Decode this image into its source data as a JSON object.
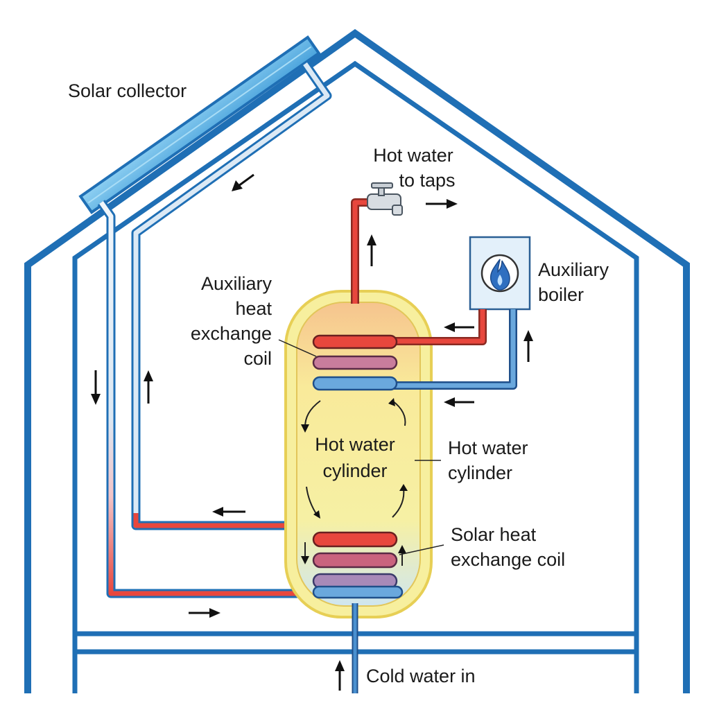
{
  "labels": {
    "solar_collector": "Solar collector",
    "hot_water_to_taps_line1": "Hot water",
    "hot_water_to_taps_line2": "to taps",
    "auxiliary_boiler_line1": "Auxiliary",
    "auxiliary_boiler_line2": "boiler",
    "aux_coil_line1": "Auxiliary",
    "aux_coil_line2": "heat",
    "aux_coil_line3": "exchange",
    "aux_coil_line4": "coil",
    "cylinder_inner_line1": "Hot water",
    "cylinder_inner_line2": "cylinder",
    "cylinder_outer_line1": "Hot water",
    "cylinder_outer_line2": "cylinder",
    "solar_coil_line1": "Solar heat",
    "solar_coil_line2": "exchange coil",
    "cold_water_in": "Cold water in"
  },
  "icons": {
    "tap": "tap-icon",
    "flame": "flame-icon"
  },
  "colors": {
    "house": "#1f6fb5",
    "hot_pipe": "#e8473d",
    "cold_pipe": "#4a90d0",
    "cylinder_fill": "#f7ef9e",
    "collector": "#63b3e6"
  }
}
